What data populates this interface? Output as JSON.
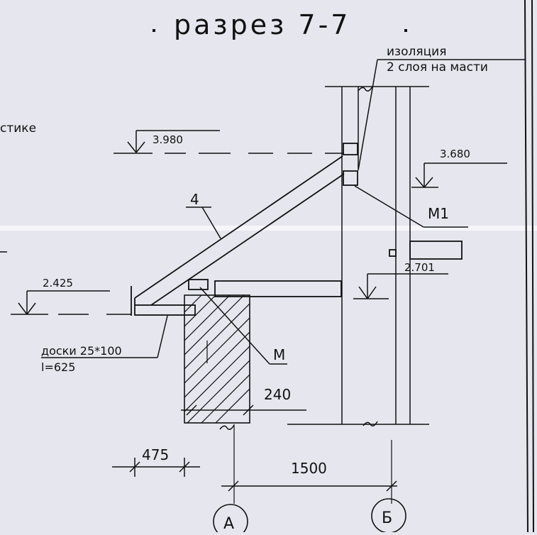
{
  "drawing": {
    "title": "разрез 7-7",
    "insulation_note": [
      "изоляция",
      "2 слоя на масти"
    ],
    "left_cut_text": "стике",
    "rafter_mark": "4",
    "lintel_m1": "М1",
    "lintel_m": "М",
    "level_roof_top": "3.980",
    "level_wall_top": "3.680",
    "level_lintel": "2.701",
    "level_eave": "2.425",
    "boards_note": [
      "доски 25*100",
      "l=625"
    ],
    "dim_wall": "240",
    "dim_overhang": "475",
    "dim_axes": "1500",
    "axis_a": "А",
    "axis_b": "Б"
  },
  "colors": {
    "paper": "#e6e6ee",
    "ink": "#111111",
    "fold_line": "#ffffff"
  }
}
